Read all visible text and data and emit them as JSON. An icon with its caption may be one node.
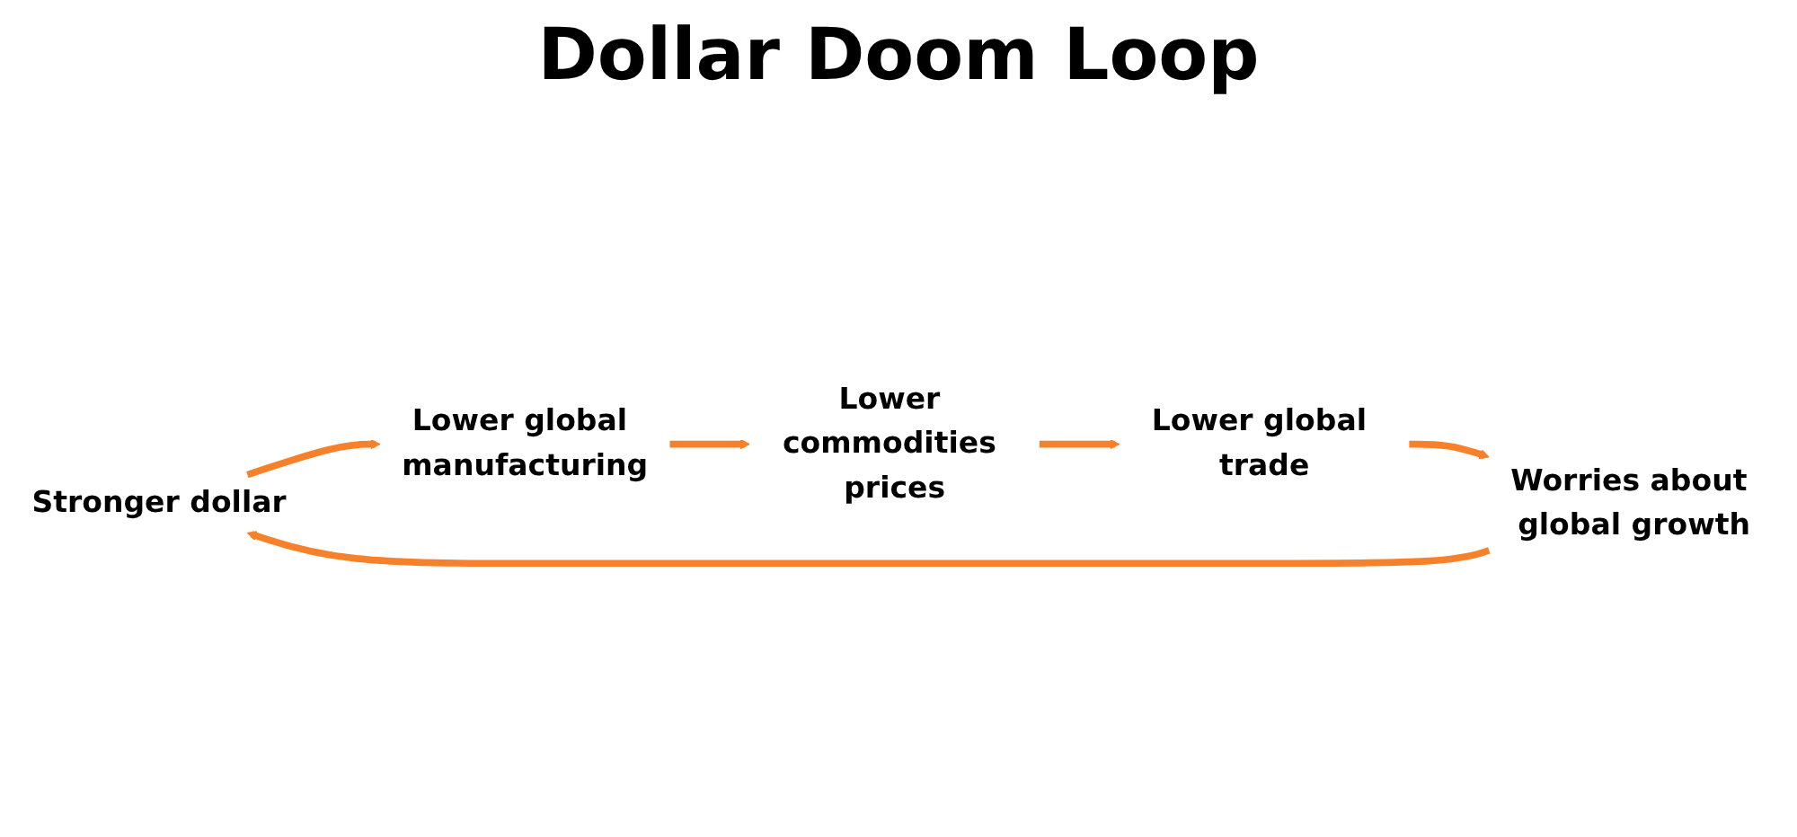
{
  "diagram": {
    "title": "Dollar Doom Loop",
    "nodes": [
      {
        "text": [
          "Stronger dollar"
        ]
      },
      {
        "text": [
          "Lower global manufacturing"
        ]
      },
      {
        "text": [
          "Lower commodities prices"
        ]
      },
      {
        "text": [
          "Worries about global growth"
        ]
      },
      {
        "text": [
          "Lower global trade"
        ]
      }
    ],
    "edges": [
      {
        "from": 0,
        "to": 1,
        "arrow": "to"
      },
      {
        "from": 1,
        "to": 2,
        "arrow": "to"
      },
      {
        "from": 2,
        "to": 4,
        "arrow": "to"
      },
      {
        "from": 4,
        "to": 3,
        "arrow": "to"
      },
      {
        "from": 3,
        "to": 0,
        "arrow": "to"
      }
    ]
  }
}
